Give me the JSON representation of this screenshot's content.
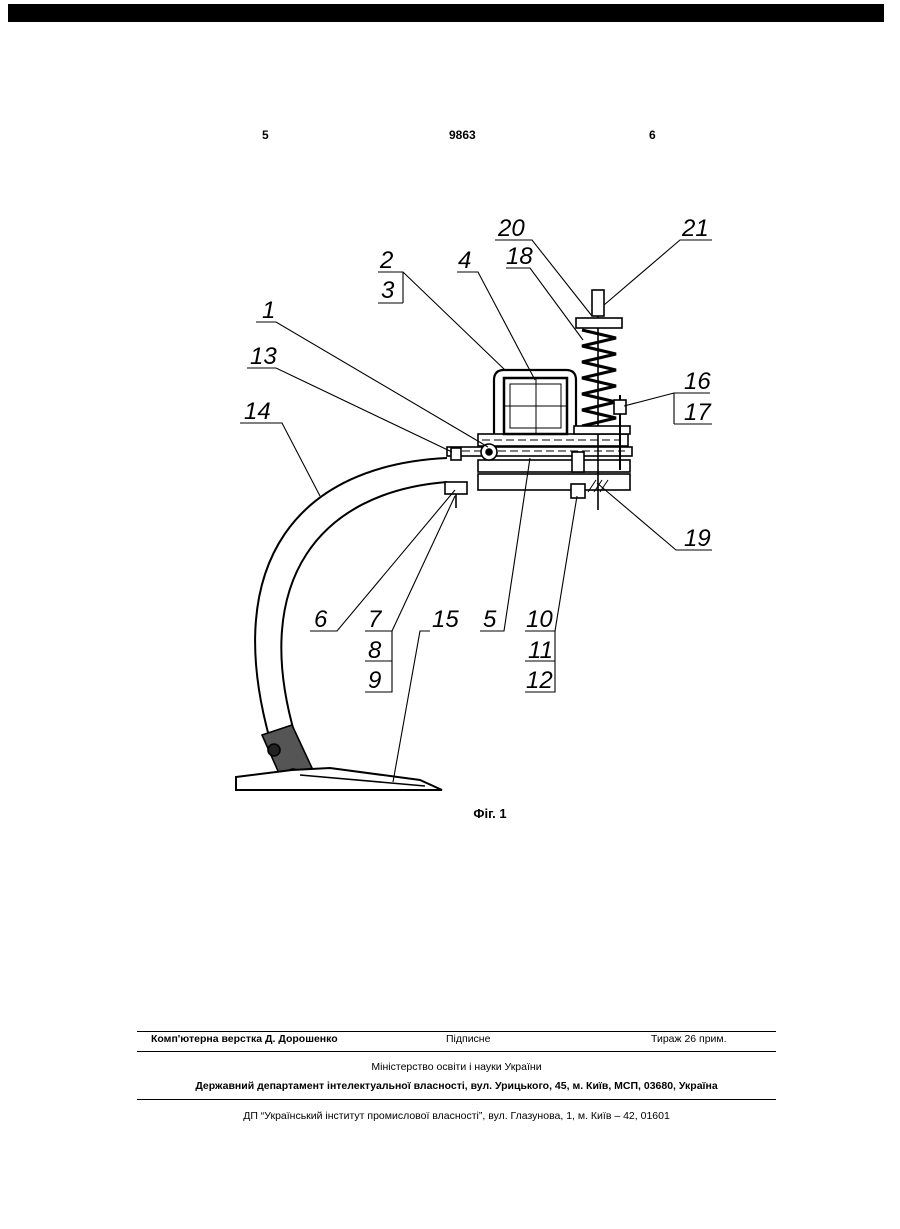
{
  "header": {
    "left_page": "5",
    "patent_number": "9863",
    "right_page": "6"
  },
  "figure": {
    "caption": "Фіг. 1",
    "labels": [
      "1",
      "2",
      "3",
      "4",
      "5",
      "6",
      "7",
      "8",
      "9",
      "10",
      "11",
      "12",
      "13",
      "14",
      "15",
      "16",
      "17",
      "18",
      "19",
      "20",
      "21"
    ]
  },
  "footer": {
    "typesetting": "Комп'ютерна верстка Д. Дорошенко",
    "signed": "Підписне",
    "circulation": "Тираж 26 прим.",
    "ministry": "Міністерство освіти і науки України",
    "department": "Державний департамент інтелектуальної власності, вул. Урицького, 45, м. Київ, МСП, 03680, Україна",
    "institute": "ДП “Український інститут промислової власності”, вул. Глазунова, 1, м. Київ – 42, 01601"
  }
}
